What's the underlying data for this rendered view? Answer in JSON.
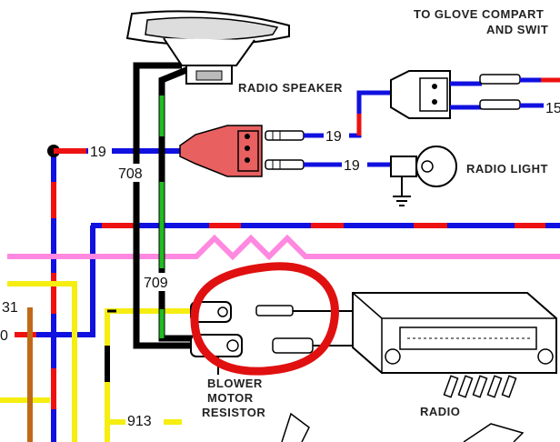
{
  "labels": {
    "glove_line1": "TO GLOVE COMPART",
    "glove_line2": "AND SWIT",
    "radio_speaker": "RADIO SPEAKER",
    "radio_light": "RADIO LIGHT",
    "blower_line1": "BLOWER",
    "blower_line2": "MOTOR",
    "blower_line3": "RESISTOR",
    "radio": "RADIO"
  },
  "wire_numbers": {
    "w19_left": "19",
    "w19_speaker": "19",
    "w19_light": "19",
    "w708": "708",
    "w709": "709",
    "w913": "913",
    "w31": "31",
    "w0": "0",
    "w15": "15"
  },
  "colors": {
    "blue": "#1010e0",
    "red": "#ee1111",
    "black": "#000000",
    "green": "#22bb22",
    "yellow": "#f5ee10",
    "pink": "#ff88e0",
    "brown": "#c06a18",
    "highlight": "#e01010",
    "connector": "#e86060"
  }
}
